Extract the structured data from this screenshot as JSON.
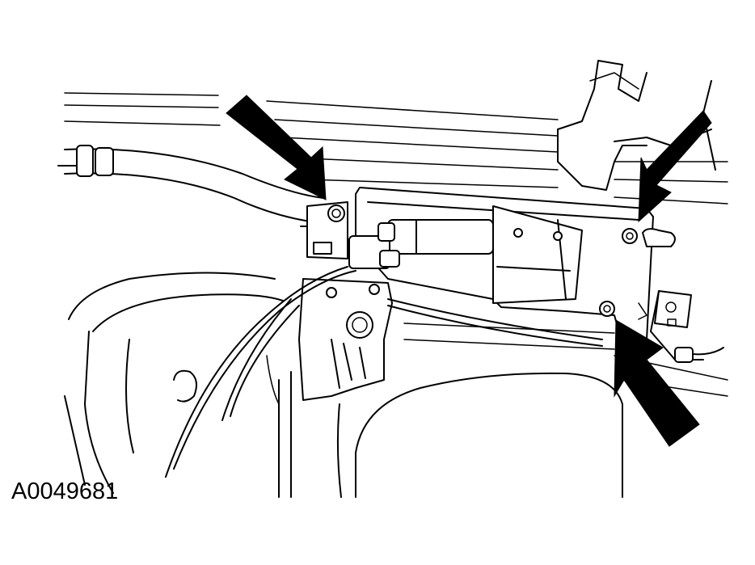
{
  "figure": {
    "id_label": "A0049681",
    "colors": {
      "line": "#000000",
      "background": "#ffffff"
    },
    "callouts": [
      {
        "name": "arrow-top-left",
        "points_to": "bolt-upper-left"
      },
      {
        "name": "arrow-top-right",
        "points_to": "bolt-upper-right"
      },
      {
        "name": "arrow-bottom-right",
        "points_to": "bolt-lower-right"
      }
    ]
  }
}
